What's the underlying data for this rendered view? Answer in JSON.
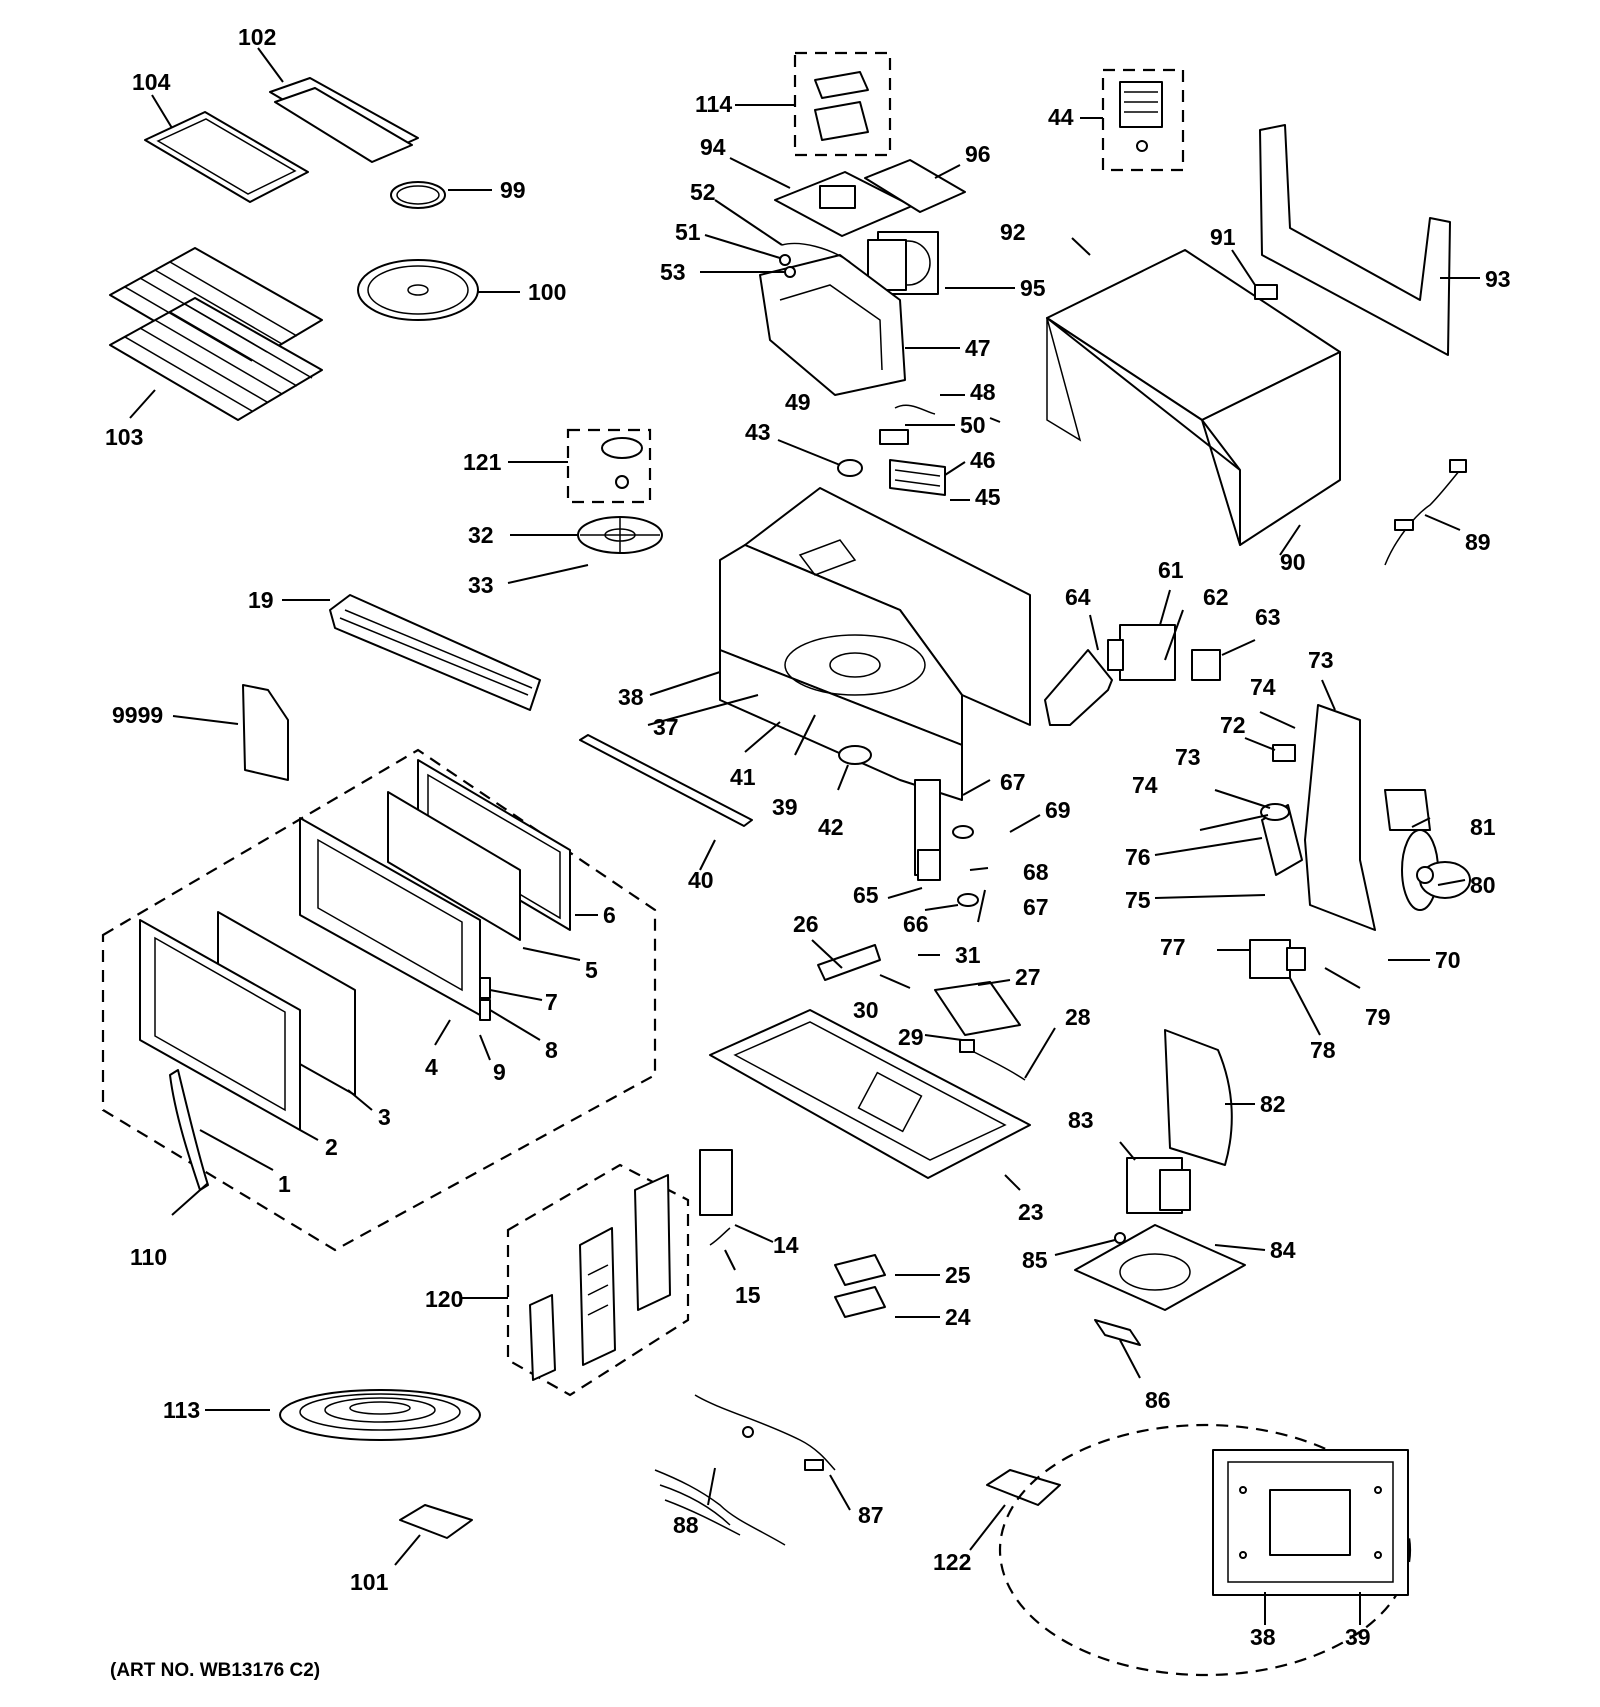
{
  "art_number": "(ART NO. WB13176 C2)",
  "callouts": {
    "c104": "104",
    "c102": "102",
    "c99": "99",
    "c100": "100",
    "c103": "103",
    "c114": "114",
    "c94": "94",
    "c96": "96",
    "c52": "52",
    "c51": "51",
    "c53": "53",
    "c95": "95",
    "c47": "47",
    "c44": "44",
    "c92": "92",
    "c91": "91",
    "c93": "93",
    "c90": "90",
    "c89": "89",
    "c48": "48",
    "c49": "49",
    "c50": "50",
    "c43": "43",
    "c46": "46",
    "c45": "45",
    "c121": "121",
    "c32": "32",
    "c33": "33",
    "c19": "19",
    "c9999": "9999",
    "c38": "38",
    "c37": "37",
    "c41": "41",
    "c39": "39",
    "c42": "42",
    "c40": "40",
    "c64": "64",
    "c61": "61",
    "c62": "62",
    "c63": "63",
    "c73a": "73",
    "c74a": "74",
    "c72": "72",
    "c73b": "73",
    "c74b": "74",
    "c81": "81",
    "c76": "76",
    "c75": "75",
    "c80": "80",
    "c77": "77",
    "c70": "70",
    "c78": "78",
    "c79": "79",
    "c67a": "67",
    "c69": "69",
    "c68": "68",
    "c65": "65",
    "c66": "66",
    "c67b": "67",
    "c6": "6",
    "c5": "5",
    "c7": "7",
    "c8": "8",
    "c4": "4",
    "c9": "9",
    "c3": "3",
    "c2": "2",
    "c1": "1",
    "c110": "110",
    "c26": "26",
    "c31": "31",
    "c27": "27",
    "c30": "30",
    "c29": "29",
    "c28": "28",
    "c23": "23",
    "c82": "82",
    "c83": "83",
    "c85": "85",
    "c84": "84",
    "c86": "86",
    "c14": "14",
    "c15": "15",
    "c120": "120",
    "c25": "25",
    "c24": "24",
    "c113": "113",
    "c88": "88",
    "c87": "87",
    "c122": "122",
    "c101": "101",
    "c38b": "38",
    "c39b": "39"
  }
}
